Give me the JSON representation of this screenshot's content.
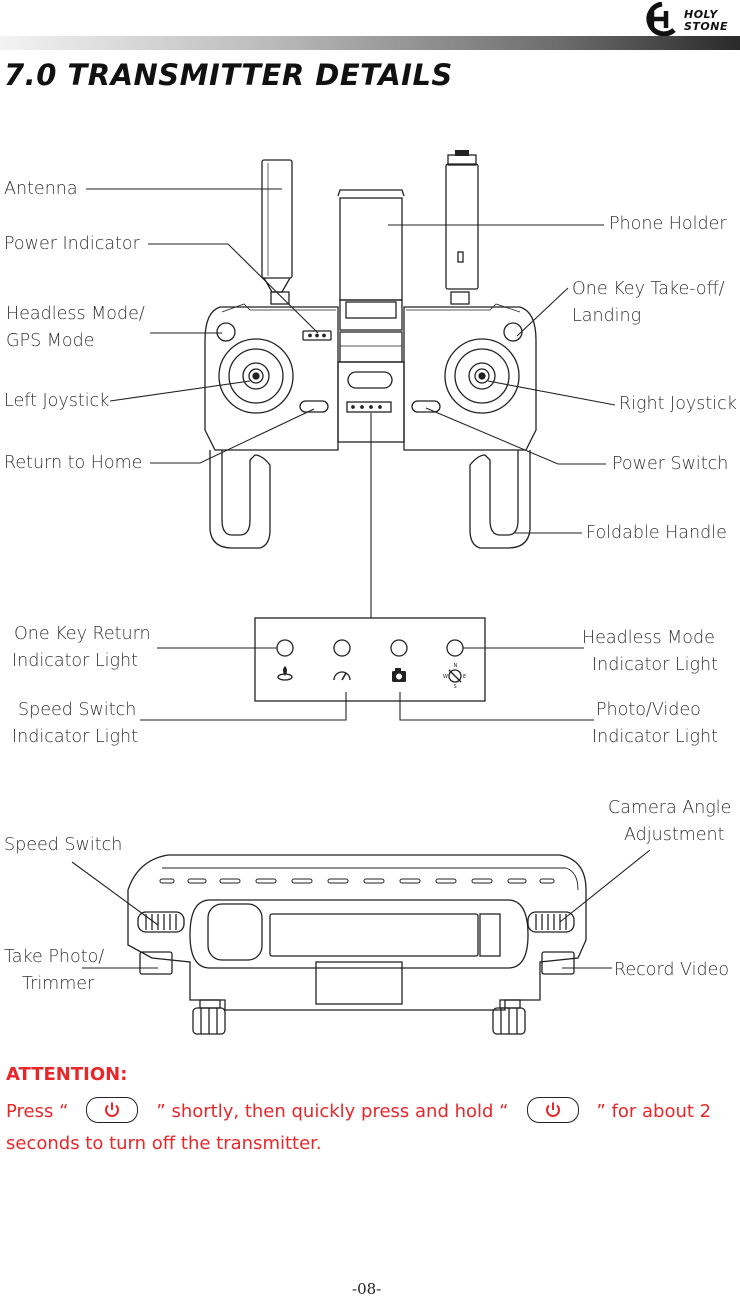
{
  "brand": {
    "line1": "HOLY",
    "line2": "STONE"
  },
  "title": "7.0 TRANSMITTER DETAILS",
  "labels": {
    "antenna": "Antenna",
    "power_indicator": "Power Indicator",
    "headless_gps_1": "Headless Mode/",
    "headless_gps_2": "GPS Mode",
    "left_joystick": "Left Joystick",
    "return_home": "Return to Home",
    "phone_holder": "Phone Holder",
    "takeoff_1": "One Key Take-off/",
    "takeoff_2": "Landing",
    "right_joystick": "Right Joystick",
    "power_switch": "Power Switch",
    "foldable_handle": "Foldable Handle",
    "return_light_1": "One Key Return",
    "return_light_2": "Indicator Light",
    "headless_light_1": "Headless Mode",
    "headless_light_2": "Indicator Light",
    "speed_light_1": "Speed Switch",
    "speed_light_2": "Indicator Light",
    "photo_light_1": "Photo/Video",
    "photo_light_2": "Indicator Light",
    "speed_switch": "Speed Switch",
    "camera_angle_1": "Camera Angle",
    "camera_angle_2": "Adjustment",
    "take_photo_1": "Take Photo/",
    "take_photo_2": "Trimmer",
    "record_video": "Record Video"
  },
  "attention": {
    "title": "ATTENTION:",
    "part1": "Press “",
    "part2": "” shortly, then quickly press and hold “",
    "part3": "” for about 2 seconds to turn off the transmitter."
  },
  "compass_letters": {
    "n": "N",
    "w": "W",
    "e": "E",
    "s": "S"
  },
  "page_number": "-08-",
  "colors": {
    "attention": "#e8272a",
    "text": "#333333",
    "line": "#222222"
  }
}
